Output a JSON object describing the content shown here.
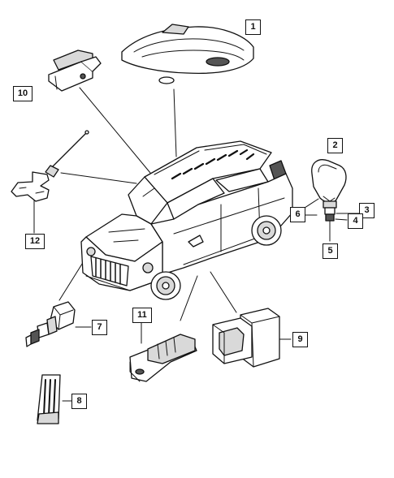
{
  "figure": {
    "callouts": [
      {
        "id": "c1",
        "label": "1"
      },
      {
        "id": "c2",
        "label": "2"
      },
      {
        "id": "c3",
        "label": "3"
      },
      {
        "id": "c4",
        "label": "4"
      },
      {
        "id": "c5",
        "label": "5"
      },
      {
        "id": "c6",
        "label": "6"
      },
      {
        "id": "c7",
        "label": "7"
      },
      {
        "id": "c8",
        "label": "8"
      },
      {
        "id": "c9",
        "label": "9"
      },
      {
        "id": "c10",
        "label": "10"
      },
      {
        "id": "c11",
        "label": "11"
      },
      {
        "id": "c12",
        "label": "12"
      }
    ],
    "colors": {
      "line": "#111111",
      "fill": "#ffffff",
      "shade": "#d9d9d9",
      "dark": "#555555"
    }
  }
}
